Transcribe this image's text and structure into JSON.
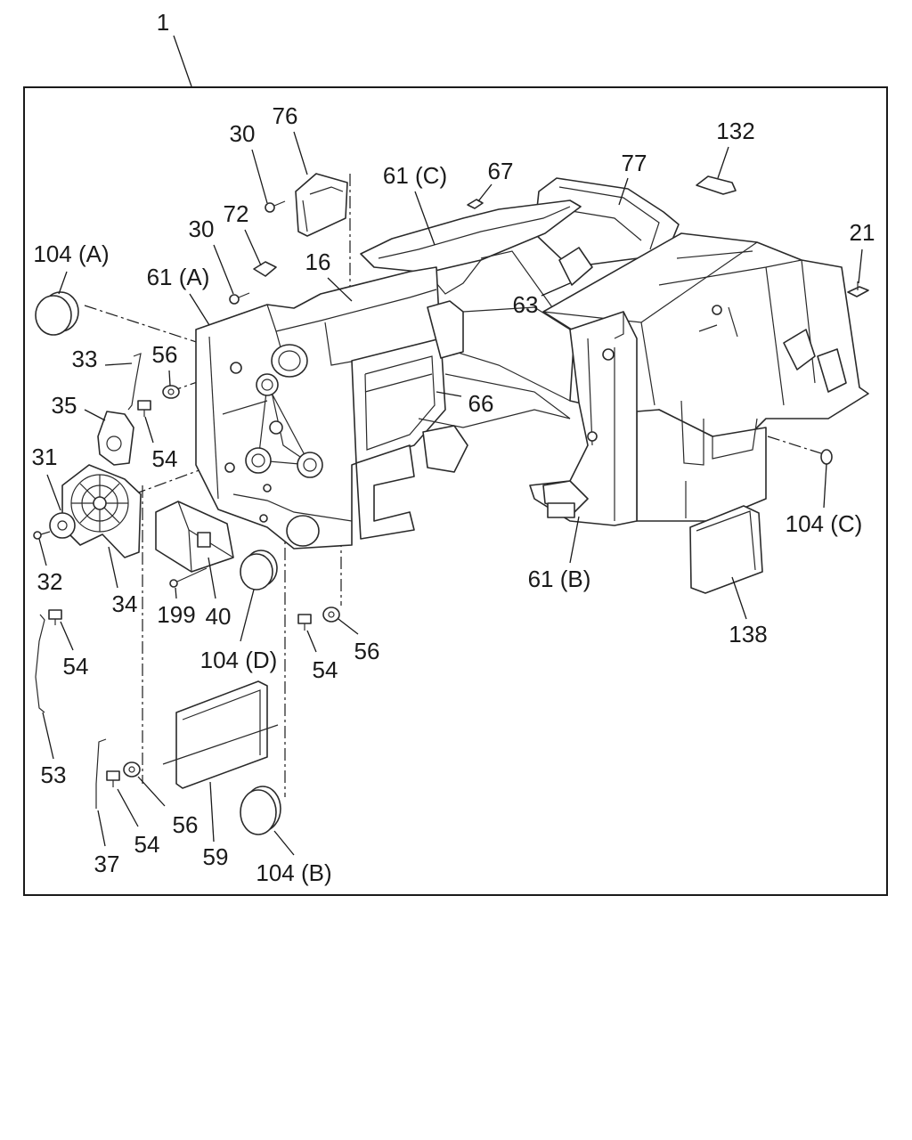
{
  "callouts": [
    "1",
    "76",
    "30",
    "132",
    "61 (C)",
    "67",
    "77",
    "30",
    "72",
    "21",
    "104 (A)",
    "61 (A)",
    "16",
    "63",
    "33",
    "56",
    "35",
    "66",
    "54",
    "31",
    "104 (C)",
    "32",
    "34",
    "61 (B)",
    "138",
    "199",
    "40",
    "54",
    "104 (D)",
    "56",
    "54",
    "53",
    "56",
    "37",
    "54",
    "59",
    "104 (B)"
  ]
}
